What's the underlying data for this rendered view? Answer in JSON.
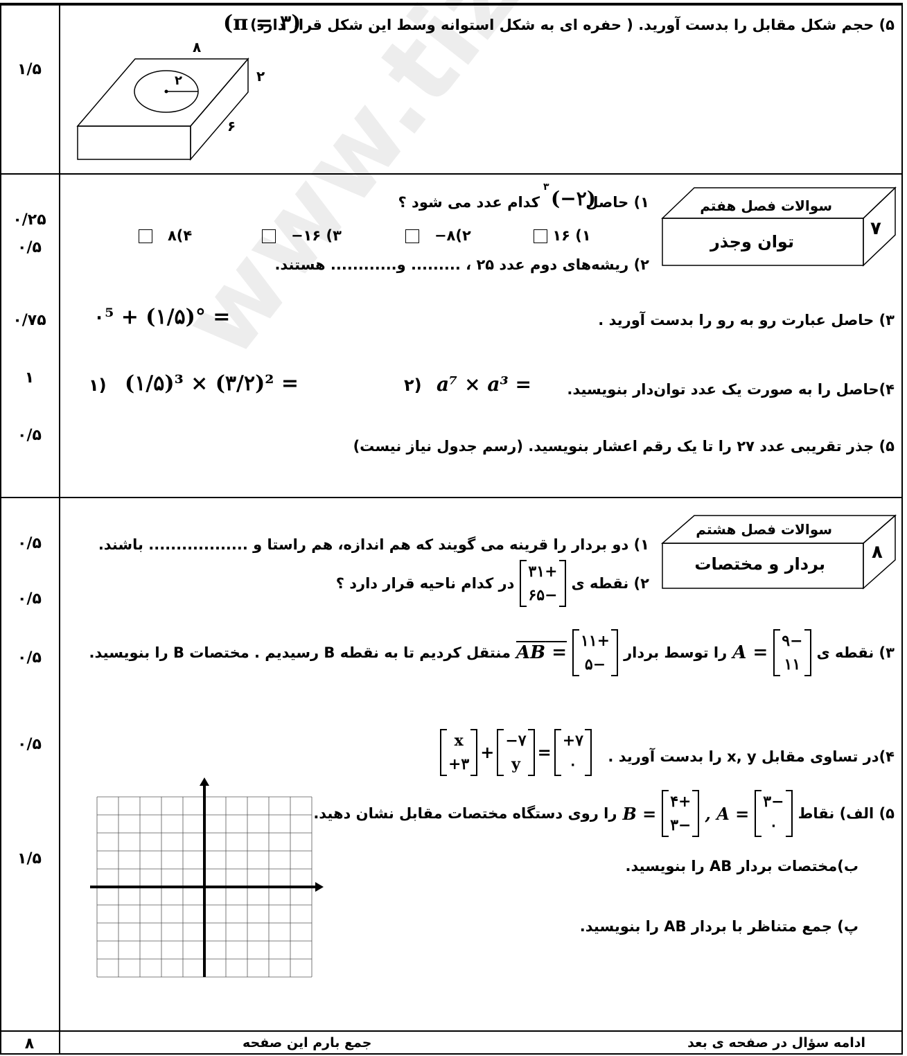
{
  "q6": {
    "score": "۱/۵",
    "item5": "۵) حجم شکل مقابل را بدست آورید. ( حفره ای به شکل استوانه وسط این شکل قرار دارد)",
    "pi_note": "(π = ۳)",
    "dims": {
      "length": "۸",
      "height": "۲",
      "width": "۶",
      "radius": "۲"
    }
  },
  "q7": {
    "number": "۷",
    "chapter": "سوالات فصل هفتم",
    "topic": "توان وجذر",
    "scores": [
      "۰/۲۵",
      "۰/۵",
      "۰/۷۵",
      "۱",
      "۰/۵"
    ],
    "item1": "۱) حاصل",
    "item1_expr": "(−۲)",
    "item1_exp": "۳",
    "item1_tail": "کدام عدد  می شود ؟",
    "options": [
      "۱۶ (۱",
      "−۸(۲",
      "−۱۶ (۳",
      "۸(۴"
    ],
    "item2": "۲) ریشه‌های دوم عدد ۲۵ ، ......... و............ هستند.",
    "item3": "۳)  حاصل عبارت رو به رو را بدست آورید .",
    "item3_expr": "۰⁵ + (۱/۵)° =",
    "item4": "۴)حاصل را به صورت یک عدد توان‌دار بنویسید.",
    "item4_a_label": "۱)",
    "item4_a": "(۱/۵)³ × (۳/۲)² =",
    "item4_b_label": "۲)",
    "item4_b": "a⁷ × a³ =",
    "item5": "۵) جذر تقریبی  عدد ۲۷  را تا یک رقم اعشار بنویسید. (رسم جدول نیاز نیست)"
  },
  "q8": {
    "number": "۸",
    "chapter": "سوالات فصل هشتم",
    "topic": "بردار و مختصات",
    "scores": [
      "۰/۵",
      "۰/۵",
      "۰/۵",
      "۰/۵",
      "۱/۵"
    ],
    "item1": "۱) دو بردار را قرینه می گویند که هم اندازه، هم راستا و .................. باشند.",
    "item2_pre": "۲) نقطه ی",
    "item2_vec": [
      "+۳۱",
      "−۶۵"
    ],
    "item2_post": "در کدام ناحیه قرار دارد  ؟",
    "item3_pre": "۳) نقطه ی",
    "item3_A": [
      "−۹",
      "۱۱"
    ],
    "item3_mid": "را توسط بردار",
    "item3_AB": [
      "+۱۱",
      "−۵"
    ],
    "item3_post": "منتقل کردیم تا به نقطه B رسیدیم . مختصات B را بنویسید.",
    "item4": "۴)در تساوی مقابل x, y را بدست آورید .",
    "item4_v1": [
      "x",
      "+۳"
    ],
    "item4_v2": [
      "−۷",
      "y"
    ],
    "item4_v3": [
      "+۷",
      "۰"
    ],
    "item5a": "۵) الف) نقاط",
    "item5a_A": [
      "−۳",
      "۰"
    ],
    "item5a_B": [
      "+۴",
      "−۳"
    ],
    "item5a_post": "را روی دستگاه مختصات مقابل نشان دهید.",
    "item5b": "ب)مختصات بردار AB را بنویسید.",
    "item5c": "پ) جمع متناظر با بردار AB را بنویسید."
  },
  "footer": {
    "total": "۸",
    "total_label": "جمع بارم این صفحه",
    "continue": "ادامه سؤال در صفحه ی بعد"
  },
  "watermark": "www.tizline.ir"
}
